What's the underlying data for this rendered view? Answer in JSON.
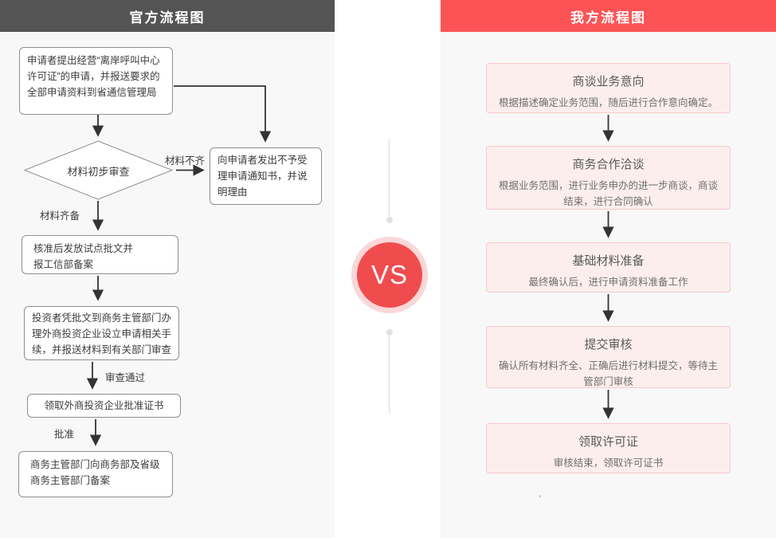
{
  "left": {
    "header": "官方流程图",
    "boxes": {
      "apply": "申请者提出经营“离岸呼叫中心许可证”的申请，并报送要求的全部申请资料到省通信管理局",
      "review_diamond": "材料初步审查",
      "reject": "向申请者发出不予受理申请通知书，并说明理由",
      "issue_approval": "核准后发放试点批文并\n报工信部备案",
      "investor_apply": "投资者凭批文到商务主管部门办理外商投资企业设立申请相关手续，并报送材料到有关部门审查",
      "certificate": "领取外商投资企业批准证书",
      "record": "商务主管部门向商务部及省级\n商务主管部门备案"
    },
    "labels": {
      "materials_incomplete": "材料不齐",
      "materials_complete": "材料齐备",
      "review_passed": "审查通过",
      "approved": "批准"
    }
  },
  "versus": {
    "label": "VS"
  },
  "right": {
    "header": "我方流程图",
    "steps": [
      {
        "title": "商谈业务意向",
        "desc": "根据描述确定业务范围，随后进行合作意向确定。"
      },
      {
        "title": "商务合作洽谈",
        "desc": "根据业务范围，进行业务申办的进一步商谈，商谈结束，进行合同确认"
      },
      {
        "title": "基础材料准备",
        "desc": "最终确认后，进行申请资料准备工作"
      },
      {
        "title": "提交审核",
        "desc": "确认所有材料齐全、正确后进行材料提交，等待主管部门审核"
      },
      {
        "title": "领取许可证",
        "desc": "审核结束，领取许可证书"
      }
    ],
    "stray_mark": "'"
  },
  "colors": {
    "left_header_bg": "#545454",
    "right_header_bg": "#fc5356",
    "vs_circle": "#f04c4e",
    "vs_ring": "#fbd7d8",
    "panel_bg": "#f8f8f8",
    "pink_box_bg": "#fdeeee",
    "pink_box_border": "#f6caca",
    "flow_line": "#333333"
  }
}
